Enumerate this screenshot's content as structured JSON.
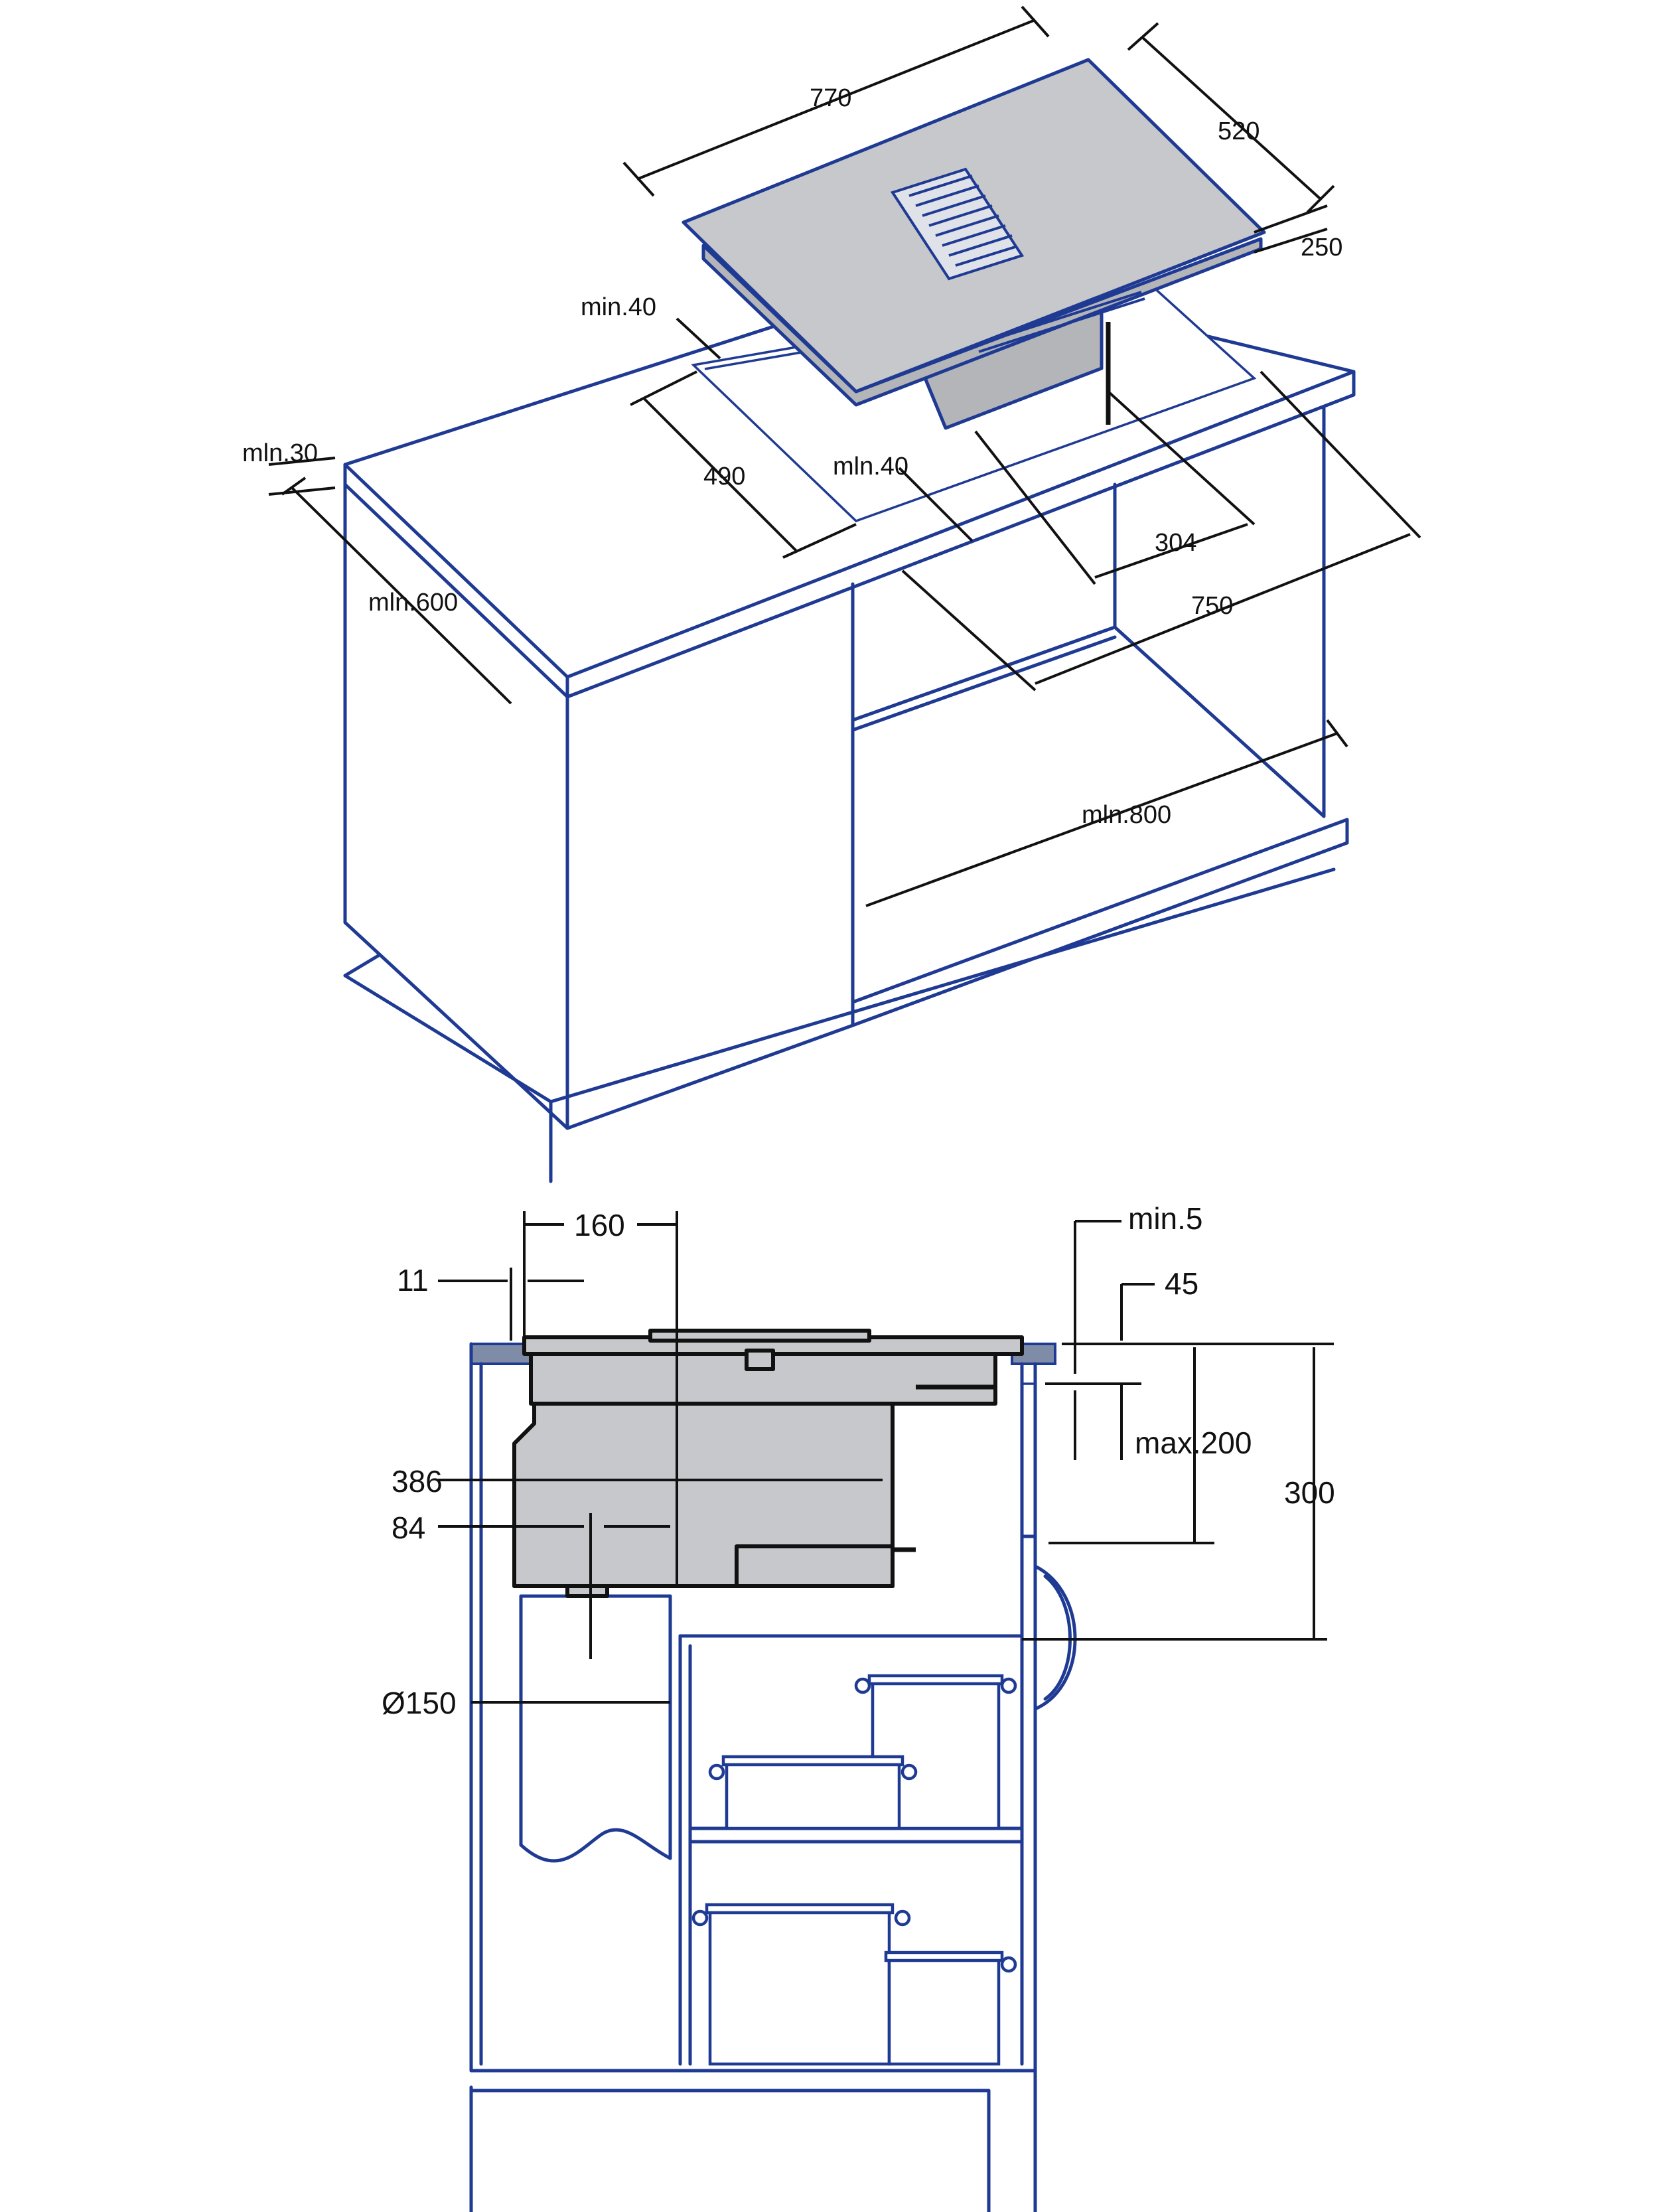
{
  "top_view": {
    "width_label": "770",
    "depth_label": "520",
    "height_label": "250",
    "front_gap_label": "min.40",
    "rear_gap_label": "mln.40",
    "cutout_depth_label": "490",
    "cutout_width_label": "750",
    "rear_offset_label": "304",
    "worktop_thickness_label": "mln.30",
    "worktop_depth_label": "mln.600",
    "cabinet_width_label": "mln.800"
  },
  "side_view": {
    "offset_label": "160",
    "edge_label": "11",
    "front_clear_label": "min.5",
    "worktop_label": "45",
    "gap_label": "max.200",
    "drawer_label": "300",
    "motor_width_label": "386",
    "outlet_offset_label": "84",
    "duct_label": "Ø150"
  },
  "colors": {
    "line": "#1f3a93",
    "panel": "#c6c8cc",
    "dimension": "#111111"
  }
}
